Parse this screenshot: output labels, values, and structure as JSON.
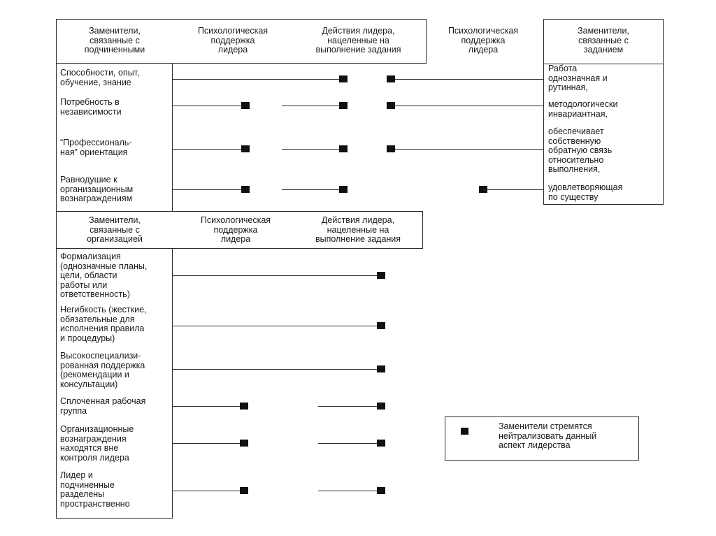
{
  "header_top": {
    "col1": "Заменители,\nсвязанные с\nподчиненными",
    "col2": "Психологическая\nподдержка\nлидера",
    "col3": "Действия лидера,\nнацеленные на\nвыполнение задания",
    "col4": "Психологическая\nподдержка\nлидера",
    "col5": "Заменители,\nсвязанные с\nзаданием"
  },
  "subordinate_rows": [
    "Способности, опыт,\nобучение, знание",
    "Потребность в\nнезависимости",
    "“Профессиональ-\nная” ориентация",
    "Равнодушие к\nорганизационным\nвознаграждениям"
  ],
  "task_rows": [
    "Работа\nоднозначная и\nрутинная,",
    "методологически\nинвариантная,",
    "обеспечивает\nсобственную\nобратную связь\nотносительно\nвыполнения,",
    "удовлетворяющая\nпо существу"
  ],
  "header_org": {
    "col1": "Заменители,\nсвязанные с\nорганизацией",
    "col2": "Психологическая\nподдержка\nлидера",
    "col3": "Действия лидера,\nнацеленные на\nвыполнение задания"
  },
  "org_rows": [
    "Формализация\n(однозначные планы,\nцели, области\nработы или\nответственность)",
    "Негибкость (жесткие,\nобязательные для\nисполнения правила\nи процедуры)",
    "Высокоспециализи-\nрованная поддержка\n(рекомендации и\nконсультации)",
    "Сплоченная рабочая\nгруппа",
    "Организационные\nвознаграждения\nнаходятся вне\nконтроля лидера",
    "Лидер и\nподчиненные\nразделены\nпространственно"
  ],
  "legend": {
    "text": "Заменители стремятся\nнейтрализовать данный\nаспект лидерства"
  },
  "colors": {
    "ink": "#1a1a1a",
    "mark": "#111111",
    "background": "#ffffff"
  }
}
